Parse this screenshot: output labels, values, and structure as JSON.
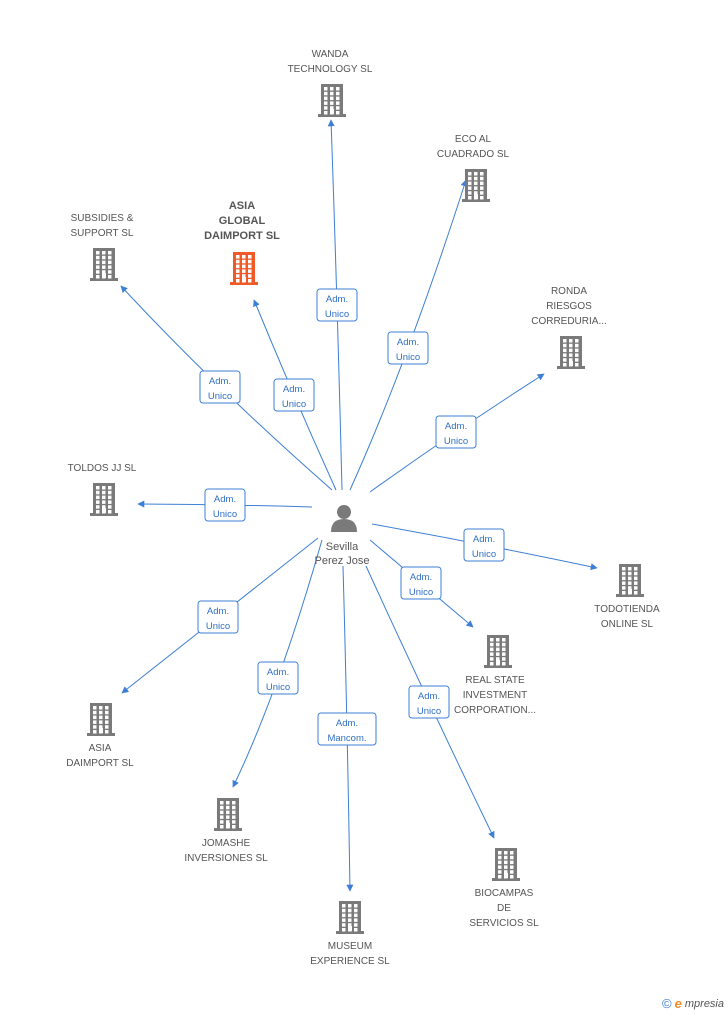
{
  "center": {
    "label": [
      "Sevilla",
      "Perez Jose"
    ]
  },
  "colors": {
    "edge": "#3d7fd4",
    "building": "#7a7a7a",
    "highlight": "#f05a28",
    "text": "#555555"
  },
  "companies": [
    {
      "id": "wanda",
      "label": [
        "WANDA",
        "TECHNOLOGY SL"
      ],
      "highlight": false
    },
    {
      "id": "eco",
      "label": [
        "ECO AL",
        "CUADRADO SL"
      ],
      "highlight": false
    },
    {
      "id": "subsidies",
      "label": [
        "SUBSIDIES &",
        "SUPPORT SL"
      ],
      "highlight": false
    },
    {
      "id": "asia-global",
      "label": [
        "ASIA",
        "GLOBAL",
        "DAIMPORT SL"
      ],
      "highlight": true
    },
    {
      "id": "ronda",
      "label": [
        "RONDA",
        "RIESGOS",
        "CORREDURIA..."
      ],
      "highlight": false
    },
    {
      "id": "toldos",
      "label": [
        "TOLDOS JJ SL"
      ],
      "highlight": false
    },
    {
      "id": "todotienda",
      "label": [
        "TODOTIENDA",
        "ONLINE SL"
      ],
      "highlight": false
    },
    {
      "id": "realstate",
      "label": [
        "REAL STATE",
        "INVESTMENT",
        "CORPORATION..."
      ],
      "highlight": false
    },
    {
      "id": "asia-daimport",
      "label": [
        "ASIA",
        "DAIMPORT SL"
      ],
      "highlight": false
    },
    {
      "id": "jomashe",
      "label": [
        "JOMASHE",
        "INVERSIONES SL"
      ],
      "highlight": false
    },
    {
      "id": "museum",
      "label": [
        "MUSEUM",
        "EXPERIENCE  SL"
      ],
      "highlight": false
    },
    {
      "id": "biocampas",
      "label": [
        "BIOCAMPAS",
        "DE",
        "SERVICIOS SL"
      ],
      "highlight": false
    }
  ],
  "edges": [
    {
      "to": "wanda",
      "label": [
        "Adm.",
        "Unico"
      ]
    },
    {
      "to": "eco",
      "label": [
        "Adm.",
        "Unico"
      ]
    },
    {
      "to": "subsidies",
      "label": [
        "Adm.",
        "Unico"
      ]
    },
    {
      "to": "asia-global",
      "label": [
        "Adm.",
        "Unico"
      ]
    },
    {
      "to": "ronda",
      "label": [
        "Adm.",
        "Unico"
      ]
    },
    {
      "to": "toldos",
      "label": [
        "Adm.",
        "Unico"
      ]
    },
    {
      "to": "todotienda",
      "label": [
        "Adm.",
        "Unico"
      ]
    },
    {
      "to": "realstate",
      "label": [
        "Adm.",
        "Unico"
      ]
    },
    {
      "to": "asia-daimport",
      "label": [
        "Adm.",
        "Unico"
      ]
    },
    {
      "to": "jomashe",
      "label": [
        "Adm.",
        "Unico"
      ]
    },
    {
      "to": "museum",
      "label": [
        "Adm.",
        "Mancom."
      ]
    },
    {
      "to": "biocampas",
      "label": [
        "Adm.",
        "Unico"
      ]
    }
  ],
  "footer": {
    "copyright": "©",
    "brand_e": "e",
    "brand_rest": "mpresia"
  }
}
